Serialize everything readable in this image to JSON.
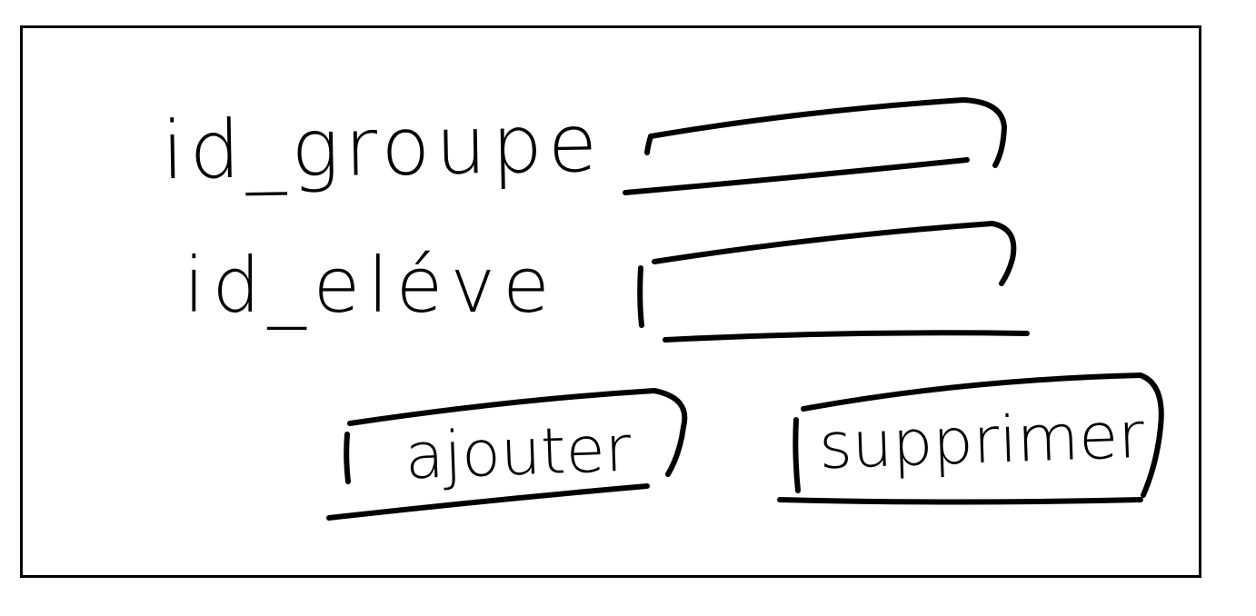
{
  "form": {
    "labels": {
      "id_groupe": "id_groupe",
      "id_eleve": "id_eléve"
    },
    "fields": {
      "id_groupe": {
        "value": ""
      },
      "id_eleve": {
        "value": ""
      }
    },
    "buttons": {
      "add_label": "ajouter",
      "delete_label": "supprimer"
    }
  },
  "colors": {
    "ink": "#000000",
    "paper": "#ffffff"
  }
}
